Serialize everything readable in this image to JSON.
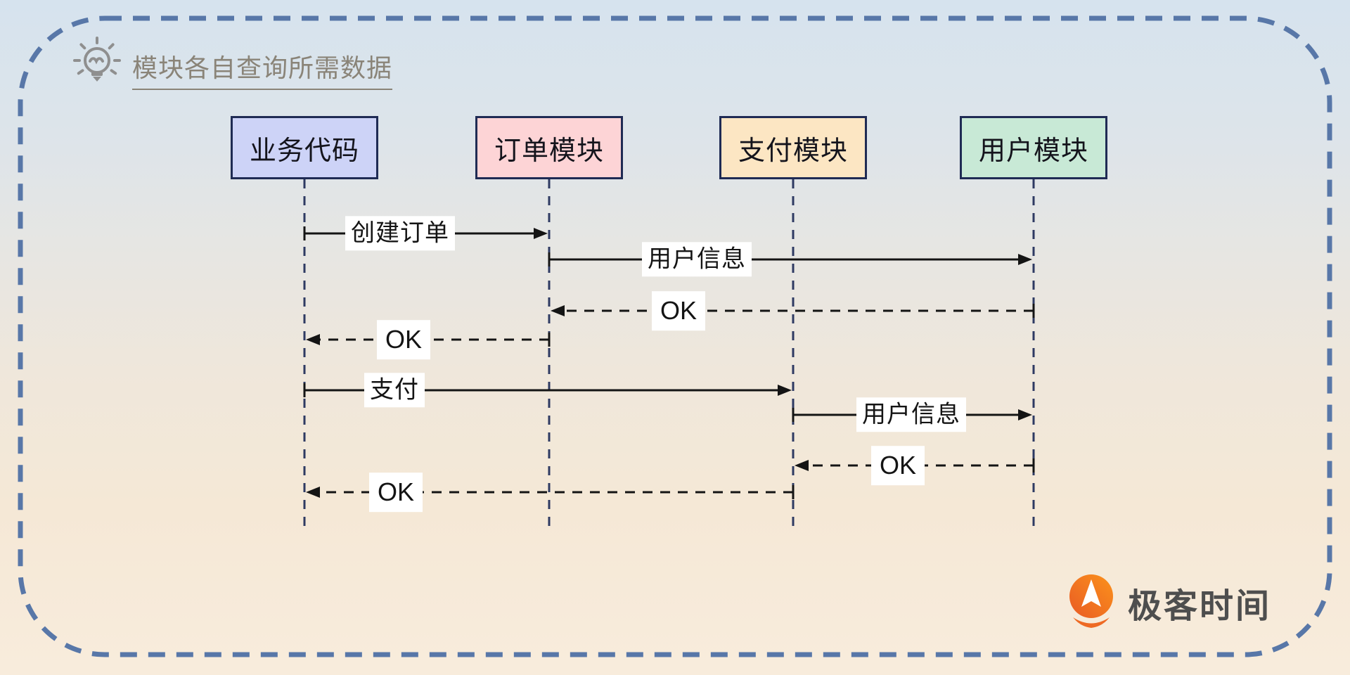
{
  "title": {
    "text": "模块各自查询所需数据"
  },
  "actors": [
    {
      "label": "业务代码",
      "fill": "#cdd3f7"
    },
    {
      "label": "订单模块",
      "fill": "#fdd4d6"
    },
    {
      "label": "支付模块",
      "fill": "#fce6c3"
    },
    {
      "label": "用户模块",
      "fill": "#c8e9d6"
    }
  ],
  "messages": [
    {
      "from": "业务代码",
      "to": "订单模块",
      "label": "创建订单",
      "line": "solid"
    },
    {
      "from": "订单模块",
      "to": "用户模块",
      "label": "用户信息",
      "line": "solid"
    },
    {
      "from": "用户模块",
      "to": "订单模块",
      "label": "OK",
      "line": "dashed"
    },
    {
      "from": "订单模块",
      "to": "业务代码",
      "label": "OK",
      "line": "dashed"
    },
    {
      "from": "业务代码",
      "to": "支付模块",
      "label": "支付",
      "line": "solid"
    },
    {
      "from": "支付模块",
      "to": "用户模块",
      "label": "用户信息",
      "line": "solid"
    },
    {
      "from": "用户模块",
      "to": "支付模块",
      "label": "OK",
      "line": "dashed"
    },
    {
      "from": "支付模块",
      "to": "业务代码",
      "label": "OK",
      "line": "dashed"
    }
  ],
  "logo": {
    "text": "极客时间",
    "accent": "#ee6a24"
  },
  "colors": {
    "background_top": "#d6e3ee",
    "background_bottom": "#f8ecdc",
    "frame_border": "#5877a8",
    "actor_border": "#1f2b54",
    "lifeline": "#2e3a62",
    "message_line": "#141414",
    "title_text": "#8a8478",
    "logo_text": "#4e4e4e"
  }
}
